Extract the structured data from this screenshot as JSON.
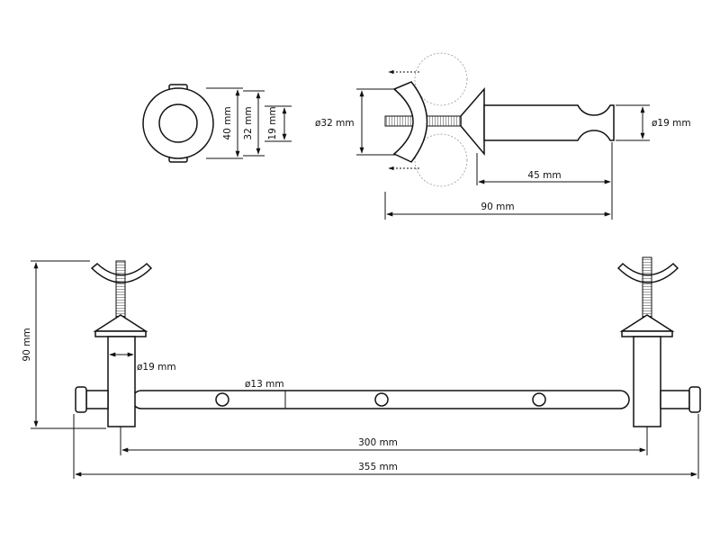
{
  "dimensions": {
    "outer_diameter": "40 mm",
    "inner_diameter_32": "32 mm",
    "inner_diameter_19": "19 mm",
    "clamp_diameter": "ø32 mm",
    "tube_diameter": "ø19 mm",
    "length_45": "45 mm",
    "length_90": "90 mm",
    "height_90": "90 mm",
    "post_diameter": "ø19 mm",
    "bar_diameter": "ø13 mm",
    "span_300": "300 mm",
    "span_355": "355 mm"
  }
}
